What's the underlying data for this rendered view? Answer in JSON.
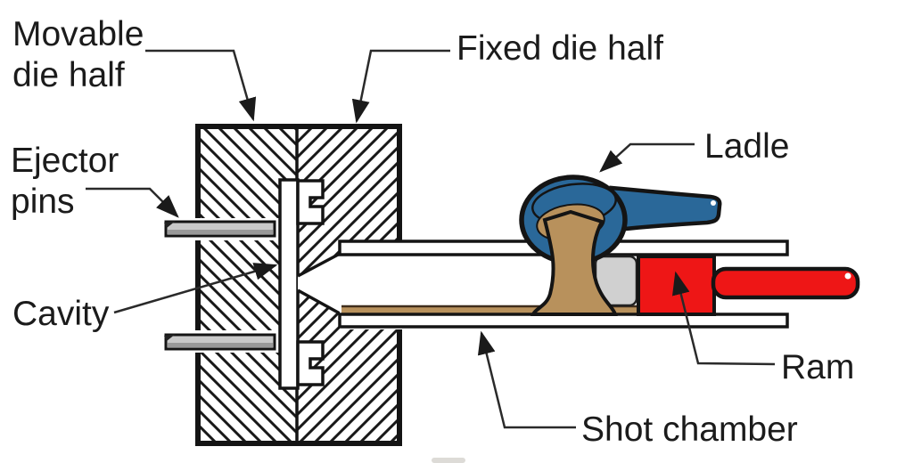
{
  "diagram": {
    "labels": {
      "movable_die_half": {
        "line1": "Movable",
        "line2": "die half"
      },
      "fixed_die_half": "Fixed die half",
      "ejector_pins": {
        "line1": "Ejector",
        "line2": "pins"
      },
      "cavity": "Cavity",
      "ladle": "Ladle",
      "ram": "Ram",
      "shot_chamber": "Shot chamber"
    },
    "colors": {
      "ladle_blue": "#2a6899",
      "molten_metal": "#b8915c",
      "molten_edge": "#3f2d1c",
      "ram_red": "#ee1616",
      "pin_gray": "#c9c9c9",
      "pin_gray_dark": "#999999",
      "plug_gray": "#d0d0d0",
      "outline": "#141414"
    }
  }
}
